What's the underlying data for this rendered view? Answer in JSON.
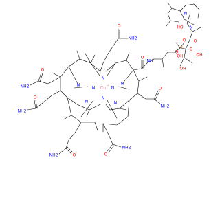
{
  "colors": {
    "bond": "#000000",
    "carbon": "#000000",
    "nitrogen": "#0000ff",
    "oxygen": "#ff0000",
    "phosphorus": "#ff8000",
    "cobalt": "#f090a0"
  },
  "labels": {
    "co": "Co",
    "co_charge": "+",
    "co_n_top": "N",
    "co_n_left": "N",
    "co_n_right": "N",
    "co_n_bottom": "N",
    "n_upper_left": "N",
    "n_upper_right": "N",
    "n_lower_left": "N",
    "n_lower_right": "N",
    "amide1_o": "O",
    "amide1_n": "NH2",
    "amide2_o": "O",
    "amide2_n": "NH2",
    "amide3_o": "O",
    "amide3_n": "NH2",
    "amide4_o": "O",
    "amide4_n": "NH2",
    "amide5_o": "O",
    "amide5_n": "NH2",
    "amide6_o": "O",
    "amide6_n": "NH2",
    "linker_nh": "NH",
    "linker_o": "O",
    "ester_o": "O",
    "p": "P",
    "p_o_top": "O",
    "p_oh": "OH",
    "p_o_right": "O",
    "ribose_ho": "HO",
    "ribose_ring_o": "O",
    "ribose_oh": "OH",
    "ribose_ch2oh": "OH",
    "bzim_n1": "N",
    "bzim_n3": "N"
  }
}
